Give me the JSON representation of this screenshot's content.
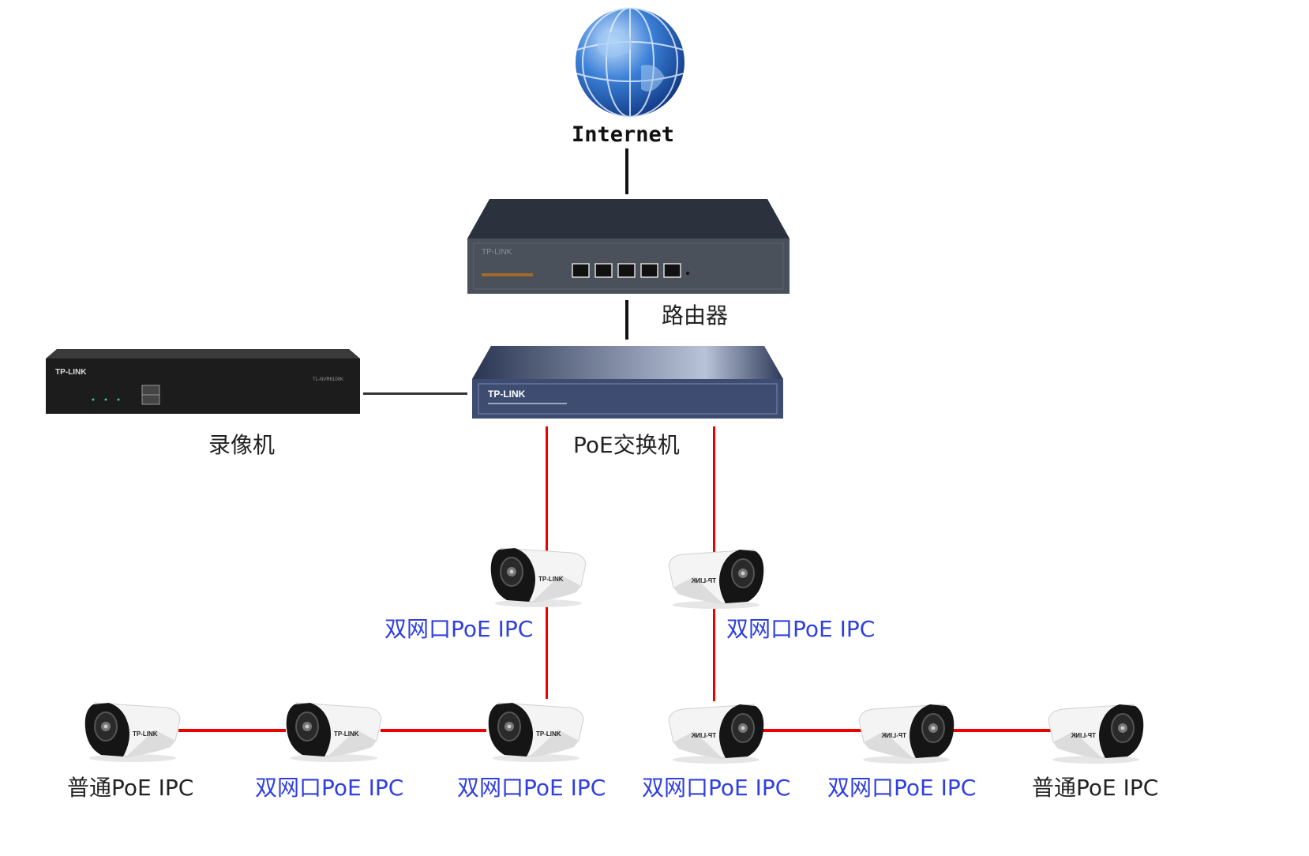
{
  "nodes": {
    "internet": {
      "label": "Internet",
      "icon": "globe-icon"
    },
    "router": {
      "label": "路由器",
      "icon": "router-icon",
      "brand": "TP-LINK"
    },
    "poe_switch": {
      "label": "PoE交换机",
      "icon": "poe-switch-icon",
      "brand": "TP-LINK"
    },
    "nvr": {
      "label": "录像机",
      "icon": "nvr-icon",
      "brand": "TP-LINK",
      "model": "TL-NVR6100K"
    }
  },
  "cameras": [
    {
      "label": "双网口PoE IPC",
      "type": "dual-port"
    },
    {
      "label": "双网口PoE IPC",
      "type": "dual-port"
    },
    {
      "label": "普通PoE IPC",
      "type": "standard"
    },
    {
      "label": "双网口PoE IPC",
      "type": "dual-port"
    },
    {
      "label": "双网口PoE IPC",
      "type": "dual-port"
    },
    {
      "label": "双网口PoE IPC",
      "type": "dual-port"
    },
    {
      "label": "双网口PoE IPC",
      "type": "dual-port"
    },
    {
      "label": "普通PoE IPC",
      "type": "standard"
    }
  ],
  "camera_brand": "TP-LINK",
  "colors": {
    "poe_link": "#ee0000",
    "network_link": "#111111",
    "camera_label": "#2f3fe0"
  }
}
